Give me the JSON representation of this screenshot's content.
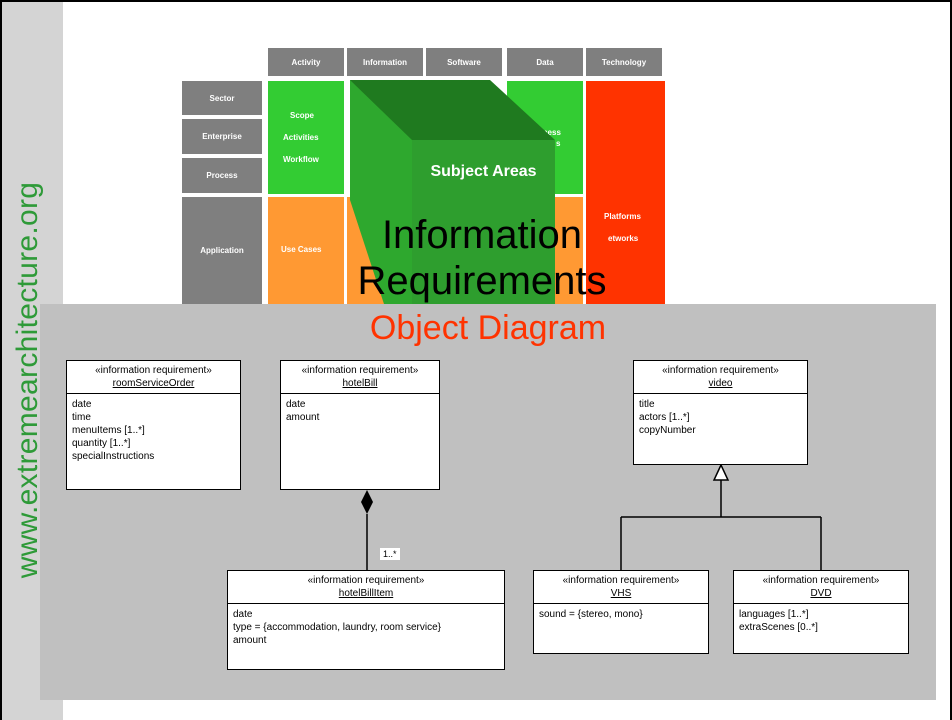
{
  "sidebar": {
    "url": "www.extremearchitecture.org"
  },
  "framework": {
    "columns": [
      "Activity",
      "Information",
      "Software",
      "Data",
      "Technology"
    ],
    "rows": [
      "Sector",
      "Enterprise",
      "Process",
      "Application"
    ],
    "cells": {
      "scope": "Scope",
      "activities": "Activities",
      "workflow": "Workflow",
      "use_cases": "Use Cases",
      "business_partial_1": "siness",
      "business_partial_2": "s",
      "platforms": "Platforms",
      "networks_partial": "etworks"
    },
    "colors": {
      "header_gray": "#7f7f7f",
      "green": "#33cc33",
      "orange": "#ff9933",
      "red": "#ff3300",
      "cube_front": "#2e9e2e",
      "cube_top": "#1f7a1f"
    }
  },
  "overlay": {
    "subject_areas": "Subject Areas",
    "info_title_line1": "Information",
    "info_title_line2": "Requirements"
  },
  "diagram": {
    "title": "Object Diagram",
    "title_color": "#ff3300",
    "objects": [
      {
        "id": "room",
        "stereotype": "«information requirement»",
        "name": "roomServiceOrder",
        "attrs": [
          "date",
          "time",
          "menuItems [1..*]",
          "quantity [1..*]",
          "specialInstructions"
        ]
      },
      {
        "id": "bill",
        "stereotype": "«information requirement»",
        "name": "hotelBill",
        "attrs": [
          "date",
          "amount"
        ]
      },
      {
        "id": "video",
        "stereotype": "«information requirement»",
        "name": "video",
        "attrs": [
          "title",
          "actors [1..*]",
          "copyNumber"
        ]
      },
      {
        "id": "billitem",
        "stereotype": "«information requirement»",
        "name": "hotelBillItem",
        "attrs": [
          "date",
          "type = {accommodation, laundry, room service}",
          "amount"
        ]
      },
      {
        "id": "vhs",
        "stereotype": "«information requirement»",
        "name": "VHS",
        "attrs": [
          "sound = {stereo, mono}"
        ]
      },
      {
        "id": "dvd",
        "stereotype": "«information requirement»",
        "name": "DVD",
        "attrs": [
          "languages [1..*]",
          "extraScenes [0..*]"
        ]
      }
    ],
    "multiplicity": "1..*"
  }
}
